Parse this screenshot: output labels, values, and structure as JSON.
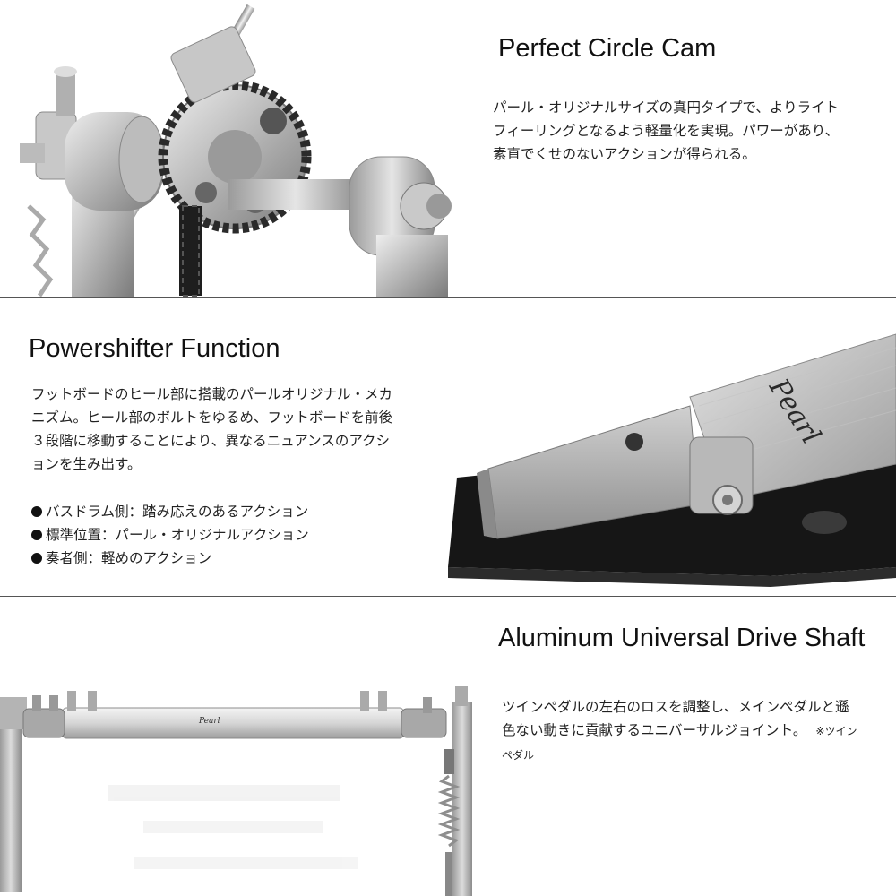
{
  "sections": [
    {
      "title": "Perfect Circle Cam",
      "body": "パール・オリジナルサイズの真円タイプで、よりライトフィーリングとなるよう軽量化を実現。パワーがあり、素直でくせのないアクションが得られる。"
    },
    {
      "title": "Powershifter Function",
      "body": "フットボードのヒール部に搭載のパールオリジナル・メカニズム。ヒール部のボルトをゆるめ、フットボードを前後３段階に移動することにより、異なるニュアンスのアクションを生み出す。",
      "bullets": [
        "バスドラム側：踏み応えのあるアクション",
        "標準位置：パール・オリジナルアクション",
        "奏者側：軽めのアクション"
      ],
      "logo": "Pearl"
    },
    {
      "title": "Aluminum Universal Drive Shaft",
      "body": "ツインペダルの左右のロスを調整し、メインペダルと遜色ない動きに貢献するユニバーサルジョイント。",
      "note": "※ツインペダル",
      "logo": "Pearl"
    }
  ],
  "colors": {
    "metal_light": "#d9d9d9",
    "metal_mid": "#a9a9a9",
    "metal_dark": "#6e6e6e",
    "rubber": "#161616",
    "divider": "#555555"
  }
}
